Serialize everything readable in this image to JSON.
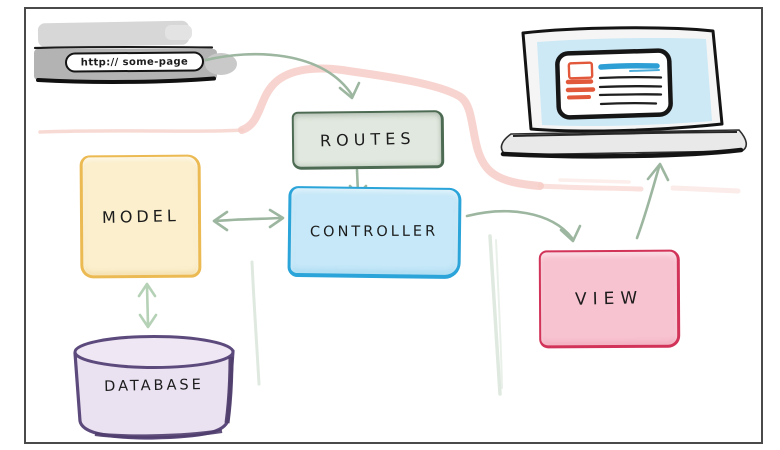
{
  "frame": {
    "background": "#ffffff",
    "border_color": "#4a4a4a"
  },
  "browser_bar": {
    "url": "http:// some-page",
    "tab_fill": "#d7d7d7",
    "strip_fill": "#b3b3b3"
  },
  "nodes": {
    "routes": {
      "label": "ROUTES",
      "fill": "#e1e8df",
      "border": "#4d6b52"
    },
    "controller": {
      "label": "CONTROLLER",
      "fill": "#c6e8f8",
      "border": "#2aa4d9"
    },
    "model": {
      "label": "MODEL",
      "fill": "#fbefcd",
      "border": "#ecba52"
    },
    "view": {
      "label": "VIEW",
      "fill": "#f8c3d1",
      "border": "#d23358"
    },
    "database": {
      "label": "DATABASE",
      "fill": "#eae1f1",
      "border": "#5c4a7d",
      "edge_shade": "#503e6e",
      "top_fill": "#efe7f4"
    }
  },
  "laptop": {
    "body_fill": "#f5f5f5",
    "screen_fill": "#cde9f5",
    "base_fill": "#e9e9e9",
    "content_accent_blue": "#2e9fd4",
    "content_accent_orange": "#e2583a"
  },
  "connections": [
    {
      "from": "browser-url",
      "to": "routes",
      "style": "arrow"
    },
    {
      "from": "routes",
      "to": "controller",
      "style": "arrow"
    },
    {
      "from": "model",
      "to": "controller",
      "style": "double-arrow"
    },
    {
      "from": "model",
      "to": "database",
      "style": "double-arrow"
    },
    {
      "from": "controller",
      "to": "view",
      "style": "arrow"
    },
    {
      "from": "view",
      "to": "laptop",
      "style": "arrow"
    }
  ],
  "decorations": {
    "request_flow_color": "#f6cdc7",
    "arrow_color": "#9cb6a0",
    "arrow_color_light": "#b5d1b6",
    "stray_stroke_color": "#dfe9e0"
  }
}
